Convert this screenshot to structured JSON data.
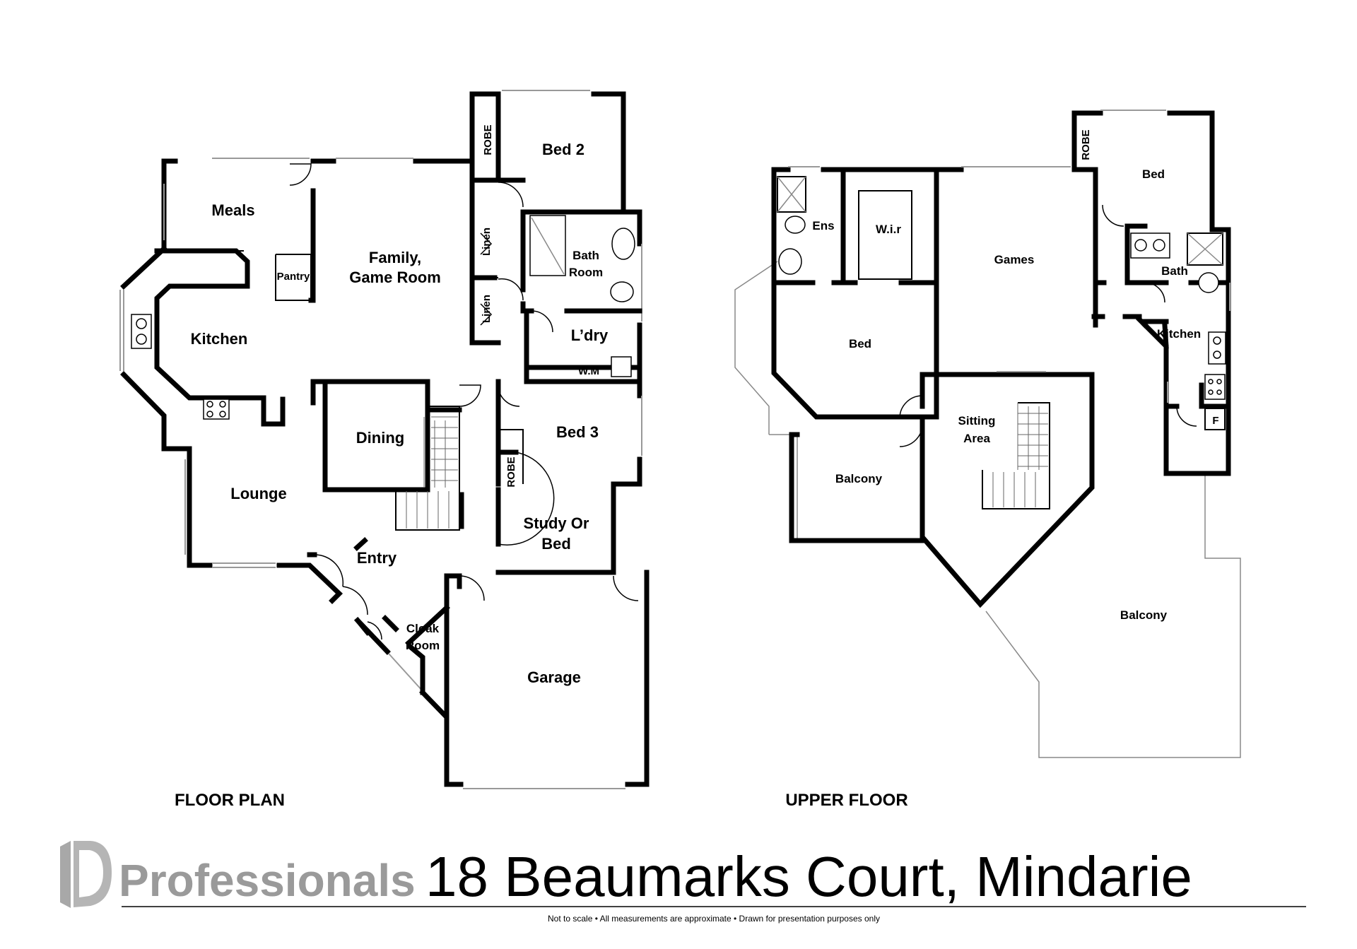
{
  "ground_floor": {
    "caption": "FLOOR PLAN",
    "rooms": {
      "meals": "Meals",
      "family_1": "Family,",
      "family_2": "Game Room",
      "pantry": "Pantry",
      "kitchen": "Kitchen",
      "bed2": "Bed 2",
      "robe1": "ROBE",
      "linen1": "Linen",
      "linen2": "Linen",
      "bathroom_1": "Bath",
      "bathroom_2": "Room",
      "laundry": "L’dry",
      "wm": "W.M",
      "dining": "Dining",
      "bed3": "Bed 3",
      "robe2": "ROBE",
      "lounge": "Lounge",
      "study_1": "Study Or",
      "study_2": "Bed",
      "entry": "Entry",
      "cloak_1": "Cloak",
      "cloak_2": "Room",
      "garage": "Garage"
    }
  },
  "upper_floor": {
    "caption": "UPPER FLOOR",
    "rooms": {
      "ens": "Ens",
      "wir": "W.i.r",
      "games": "Games",
      "robe": "ROBE",
      "bed_top": "Bed",
      "bath": "Bath",
      "kitchen": "Kitchen",
      "bed": "Bed",
      "sitting_1": "Sitting",
      "sitting_2": "Area",
      "fridge": "F",
      "balcony_left": "Balcony",
      "balcony_right": "Balcony"
    }
  },
  "footer": {
    "brand": "Professionals",
    "address": "18 Beaumarks Court, Mindarie",
    "disclaimer": "Not to scale  •  All measurements are approximate  •  Drawn for presentation purposes only"
  }
}
